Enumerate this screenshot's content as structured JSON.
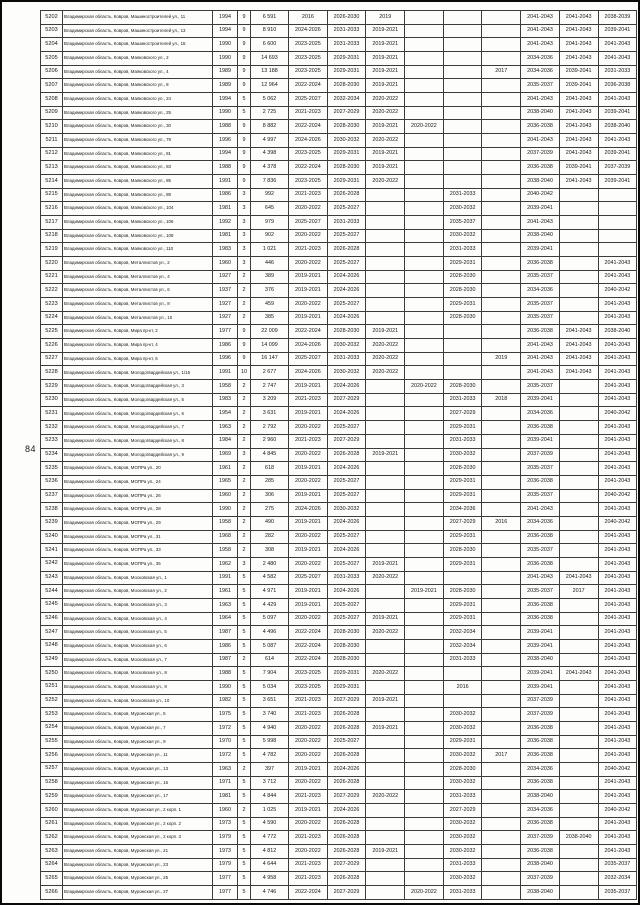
{
  "page": {
    "number": "84"
  },
  "table": {
    "columns": [
      "num",
      "address",
      "year",
      "floors",
      "area",
      "p1",
      "p2",
      "p3",
      "p4",
      "p5",
      "p6",
      "p7",
      "p8",
      "p9"
    ],
    "rows": [
      [
        "5202",
        "Владимирская область, Ковров, Машиностроителей ул., 11",
        "1994",
        "9",
        "6 591",
        "2016",
        "2026-2030",
        "2019",
        "",
        "",
        "",
        "2041-2043",
        "2041-2043",
        "2038-2039"
      ],
      [
        "5203",
        "Владимирская область, Ковров, Машиностроителей ул., 13",
        "1994",
        "9",
        "8 910",
        "2024-2026",
        "2031-2033",
        "2019-2021",
        "",
        "",
        "",
        "2041-2043",
        "2041-2043",
        "2039-2041"
      ],
      [
        "5204",
        "Владимирская область, Ковров, Машиностроителей ул., 15",
        "1990",
        "9",
        "6 600",
        "2023-2025",
        "2031-2033",
        "2019-2021",
        "",
        "",
        "",
        "2041-2043",
        "2041-2043",
        "2041-2043"
      ],
      [
        "5205",
        "Владимирская область, Ковров, Маяковского ул., 2",
        "1990",
        "9",
        "14 693",
        "2023-2025",
        "2029-2031",
        "2019-2021",
        "",
        "",
        "",
        "2034-2036",
        "2041-2043",
        "2041-2043"
      ],
      [
        "5206",
        "Владимирская область, Ковров, Маяковского ул., 4",
        "1989",
        "9",
        "13 188",
        "2023-2025",
        "2029-2031",
        "2019-2021",
        "",
        "",
        "2017",
        "2034-2036",
        "2039-2041",
        "2031-2033"
      ],
      [
        "5207",
        "Владимирская область, Ковров, Маяковского ул., 8",
        "1989",
        "9",
        "12 964",
        "2022-2024",
        "2028-2030",
        "2019-2021",
        "",
        "",
        "",
        "2035-2037",
        "2039-2041",
        "2036-2038"
      ],
      [
        "5208",
        "Владимирская область, Ковров, Маяковского ул., 24",
        "1994",
        "5",
        "5 062",
        "2025-2027",
        "2032-2034",
        "2020-2022",
        "",
        "",
        "",
        "2041-2043",
        "2041-2043",
        "2041-2043"
      ],
      [
        "5209",
        "Владимирская область, Ковров, Маяковского ул., 25",
        "1990",
        "5",
        "2 725",
        "2021-2023",
        "2027-2029",
        "2020-2022",
        "",
        "",
        "",
        "2038-2040",
        "2041-2043",
        "2039-2041"
      ],
      [
        "5210",
        "Владимирская область, Ковров, Маяковского ул., 30",
        "1988",
        "9",
        "8 882",
        "2022-2024",
        "2028-2030",
        "2019-2021",
        "2020-2022",
        "",
        "",
        "2036-2038",
        "2041-2043",
        "2038-2040"
      ],
      [
        "5211",
        "Владимирская область, Ковров, Маяковского ул., 79",
        "1996",
        "9",
        "4 997",
        "2024-2026",
        "2030-2032",
        "2020-2022",
        "",
        "",
        "",
        "2041-2043",
        "2041-2043",
        "2041-2043"
      ],
      [
        "5212",
        "Владимирская область, Ковров, Маяковского ул., 81",
        "1994",
        "9",
        "4 398",
        "2023-2025",
        "2029-2031",
        "2019-2021",
        "",
        "",
        "",
        "2037-2039",
        "2041-2043",
        "2039-2041"
      ],
      [
        "5213",
        "Владимирская область, Ковров, Маяковского ул., 83",
        "1988",
        "9",
        "4 378",
        "2022-2024",
        "2028-2030",
        "2019-2021",
        "",
        "",
        "",
        "2036-2038",
        "2039-2041",
        "2037-2039"
      ],
      [
        "5214",
        "Владимирская область, Ковров, Маяковского ул., 85",
        "1991",
        "9",
        "7 836",
        "2023-2025",
        "2029-2031",
        "2020-2022",
        "",
        "",
        "",
        "2038-2040",
        "2041-2043",
        "2039-2041"
      ],
      [
        "5215",
        "Владимирская область, Ковров, Маяковского ул., 89",
        "1986",
        "3",
        "992",
        "2021-2023",
        "2026-2028",
        "",
        "",
        "2031-2033",
        "",
        "2040-2042",
        "",
        ""
      ],
      [
        "5216",
        "Владимирская область, Ковров, Маяковского ул., 104",
        "1981",
        "3",
        "645",
        "2020-2022",
        "2025-2027",
        "",
        "",
        "2030-2032",
        "",
        "2039-2041",
        "",
        ""
      ],
      [
        "5217",
        "Владимирская область, Ковров, Маяковского ул., 106",
        "1992",
        "3",
        "979",
        "2025-2027",
        "2031-2033",
        "",
        "",
        "2035-2037",
        "",
        "2041-2043",
        "",
        ""
      ],
      [
        "5218",
        "Владимирская область, Ковров, Маяковского ул., 108",
        "1981",
        "3",
        "902",
        "2020-2022",
        "2025-2027",
        "",
        "",
        "2030-2032",
        "",
        "2038-2040",
        "",
        ""
      ],
      [
        "5219",
        "Владимирская область, Ковров, Маяковского ул., 110",
        "1983",
        "3",
        "1 021",
        "2021-2023",
        "2026-2028",
        "",
        "",
        "2031-2033",
        "",
        "2039-2041",
        "",
        ""
      ],
      [
        "5220",
        "Владимирская область, Ковров, Металлистов ул., 2",
        "1960",
        "3",
        "446",
        "2020-2022",
        "2025-2027",
        "",
        "",
        "2029-2031",
        "",
        "2036-2038",
        "",
        "2041-2043"
      ],
      [
        "5221",
        "Владимирская область, Ковров, Металлистов ул., 4",
        "1927",
        "2",
        "389",
        "2019-2021",
        "2024-2026",
        "",
        "",
        "2028-2030",
        "",
        "2035-2037",
        "",
        "2041-2043"
      ],
      [
        "5222",
        "Владимирская область, Ковров, Металлистов ул., 6",
        "1937",
        "2",
        "376",
        "2019-2021",
        "2024-2026",
        "",
        "",
        "2028-2030",
        "",
        "2034-2036",
        "",
        "2040-2042"
      ],
      [
        "5223",
        "Владимирская область, Ковров, Металлистов ул., 8",
        "1927",
        "2",
        "459",
        "2020-2022",
        "2025-2027",
        "",
        "",
        "2029-2031",
        "",
        "2035-2037",
        "",
        "2041-2043"
      ],
      [
        "5224",
        "Владимирская область, Ковров, Металлистов ул., 10",
        "1927",
        "2",
        "385",
        "2019-2021",
        "2024-2026",
        "",
        "",
        "2028-2030",
        "",
        "2035-2037",
        "",
        "2041-2043"
      ],
      [
        "5225",
        "Владимирская область, Ковров, Мира пр-кт, 2",
        "1977",
        "9",
        "22 009",
        "2022-2024",
        "2028-2030",
        "2019-2021",
        "",
        "",
        "",
        "2036-2038",
        "2041-2043",
        "2038-2040"
      ],
      [
        "5226",
        "Владимирская область, Ковров, Мира пр-кт, 4",
        "1986",
        "9",
        "14 099",
        "2024-2026",
        "2030-2032",
        "2020-2022",
        "",
        "",
        "",
        "2041-2043",
        "2041-2043",
        "2041-2043"
      ],
      [
        "5227",
        "Владимирская область, Ковров, Мира пр-кт, 6",
        "1996",
        "9",
        "16 147",
        "2025-2027",
        "2031-2033",
        "2020-2022",
        "",
        "",
        "2019",
        "2041-2043",
        "2041-2043",
        "2041-2043"
      ],
      [
        "5228",
        "Владимирская область, Ковров, Молодогвардейская ул., 1/16",
        "1991",
        "10",
        "2 677",
        "2024-2026",
        "2030-2032",
        "2020-2022",
        "",
        "",
        "",
        "2041-2043",
        "2041-2043",
        "2041-2043"
      ],
      [
        "5229",
        "Владимирская область, Ковров, Молодогвардейская ул., 3",
        "1958",
        "2",
        "2 747",
        "2019-2021",
        "2024-2026",
        "",
        "2020-2022",
        "2028-2030",
        "",
        "2035-2037",
        "",
        "2041-2043"
      ],
      [
        "5230",
        "Владимирская область, Ковров, Молодогвардейская ул., 5",
        "1983",
        "2",
        "3 209",
        "2021-2023",
        "2027-2029",
        "",
        "",
        "2031-2033",
        "2018",
        "2039-2041",
        "",
        "2041-2043"
      ],
      [
        "5231",
        "Владимирская область, Ковров, Молодогвардейская ул., 6",
        "1954",
        "2",
        "3 631",
        "2019-2021",
        "2024-2026",
        "",
        "",
        "2027-2029",
        "",
        "2034-2036",
        "",
        "2040-2042"
      ],
      [
        "5232",
        "Владимирская область, Ковров, Молодогвардейская ул., 7",
        "1963",
        "2",
        "2 792",
        "2020-2022",
        "2025-2027",
        "",
        "",
        "2029-2031",
        "",
        "2036-2038",
        "",
        "2041-2043"
      ],
      [
        "5233",
        "Владимирская область, Ковров, Молодогвардейская ул., 8",
        "1984",
        "2",
        "2 960",
        "2021-2023",
        "2027-2029",
        "",
        "",
        "2031-2033",
        "",
        "2039-2041",
        "",
        "2041-2043"
      ],
      [
        "5234",
        "Владимирская область, Ковров, Молодогвардейская ул., 9",
        "1969",
        "3",
        "4 845",
        "2020-2022",
        "2026-2028",
        "2019-2021",
        "",
        "2030-2032",
        "",
        "2037-2039",
        "",
        "2041-2043"
      ],
      [
        "5235",
        "Владимирская область, Ковров, МОПРа ул., 20",
        "1961",
        "2",
        "618",
        "2019-2021",
        "2024-2026",
        "",
        "",
        "2028-2030",
        "",
        "2035-2037",
        "",
        "2041-2043"
      ],
      [
        "5236",
        "Владимирская область, Ковров, МОПРа ул., 24",
        "1965",
        "2",
        "285",
        "2020-2022",
        "2025-2027",
        "",
        "",
        "2029-2031",
        "",
        "2036-2038",
        "",
        "2041-2043"
      ],
      [
        "5237",
        "Владимирская область, Ковров, МОПРа ул., 26",
        "1960",
        "2",
        "306",
        "2019-2021",
        "2025-2027",
        "",
        "",
        "2029-2031",
        "",
        "2035-2037",
        "",
        "2040-2042"
      ],
      [
        "5238",
        "Владимирская область, Ковров, МОПРа ул., 28",
        "1990",
        "2",
        "275",
        "2024-2026",
        "2030-2032",
        "",
        "",
        "2034-2036",
        "",
        "2041-2043",
        "",
        "2041-2043"
      ],
      [
        "5239",
        "Владимирская область, Ковров, МОПРа ул., 29",
        "1958",
        "2",
        "490",
        "2019-2021",
        "2024-2026",
        "",
        "",
        "2027-2029",
        "2016",
        "2034-2036",
        "",
        "2040-2042"
      ],
      [
        "5240",
        "Владимирская область, Ковров, МОПРа ул., 31",
        "1968",
        "2",
        "282",
        "2020-2022",
        "2025-2027",
        "",
        "",
        "2029-2031",
        "",
        "2036-2038",
        "",
        "2041-2043"
      ],
      [
        "5241",
        "Владимирская область, Ковров, МОПРа ул., 33",
        "1958",
        "2",
        "308",
        "2019-2021",
        "2024-2026",
        "",
        "",
        "2028-2030",
        "",
        "2035-2037",
        "",
        "2041-2043"
      ],
      [
        "5242",
        "Владимирская область, Ковров, МОПРа ул., 35",
        "1962",
        "3",
        "2 480",
        "2020-2022",
        "2025-2027",
        "2019-2021",
        "",
        "2029-2031",
        "",
        "2036-2038",
        "",
        "2041-2043"
      ],
      [
        "5243",
        "Владимирская область, Ковров, Московская ул., 1",
        "1991",
        "5",
        "4 582",
        "2025-2027",
        "2031-2033",
        "2020-2022",
        "",
        "",
        "",
        "2041-2043",
        "2041-2043",
        "2041-2043"
      ],
      [
        "5244",
        "Владимирская область, Ковров, Московская ул., 2",
        "1961",
        "5",
        "4 971",
        "2019-2021",
        "2024-2026",
        "",
        "2019-2021",
        "2028-2030",
        "",
        "2035-2037",
        "2017",
        "2041-2043"
      ],
      [
        "5245",
        "Владимирская область, Ковров, Московская ул., 3",
        "1963",
        "5",
        "4 429",
        "2019-2021",
        "2025-2027",
        "",
        "",
        "2029-2031",
        "",
        "2036-2038",
        "",
        "2041-2043"
      ],
      [
        "5246",
        "Владимирская область, Ковров, Московская ул., 4",
        "1964",
        "5",
        "5 097",
        "2020-2022",
        "2025-2027",
        "2019-2021",
        "",
        "2029-2031",
        "",
        "2036-2038",
        "",
        "2041-2043"
      ],
      [
        "5247",
        "Владимирская область, Ковров, Московская ул., 5",
        "1987",
        "5",
        "4 496",
        "2022-2024",
        "2028-2030",
        "2020-2022",
        "",
        "2032-2034",
        "",
        "2039-2041",
        "",
        "2041-2043"
      ],
      [
        "5248",
        "Владимирская область, Ковров, Московская ул., 6",
        "1986",
        "5",
        "5 087",
        "2022-2024",
        "2028-2030",
        "",
        "",
        "2032-2034",
        "",
        "2039-2041",
        "",
        "2041-2043"
      ],
      [
        "5249",
        "Владимирская область, Ковров, Московская ул., 7",
        "1987",
        "2",
        "614",
        "2022-2024",
        "2028-2030",
        "",
        "",
        "2031-2033",
        "",
        "2038-2040",
        "",
        "2041-2043"
      ],
      [
        "5250",
        "Владимирская область, Ковров, Московская ул., 8",
        "1988",
        "5",
        "7 904",
        "2023-2025",
        "2029-2031",
        "2020-2022",
        "",
        "",
        "",
        "2039-2041",
        "2041-2043",
        "2041-2043"
      ],
      [
        "5251",
        "Владимирская область, Ковров, Московская ул., 9",
        "1990",
        "5",
        "5 034",
        "2023-2025",
        "2029-2031",
        "",
        "",
        "2016",
        "",
        "2039-2041",
        "",
        "2041-2043"
      ],
      [
        "5252",
        "Владимирская область, Ковров, Московская ул., 10",
        "1982",
        "5",
        "3 651",
        "2021-2023",
        "2027-2029",
        "2019-2021",
        "",
        "",
        "",
        "2037-2039",
        "",
        "2041-2043"
      ],
      [
        "5253",
        "Владимирская область, Ковров, Муромская ул., 5",
        "1975",
        "5",
        "3 740",
        "2021-2023",
        "2026-2028",
        "",
        "",
        "2030-2032",
        "",
        "2037-2039",
        "",
        "2041-2043"
      ],
      [
        "5254",
        "Владимирская область, Ковров, Муромская ул., 7",
        "1972",
        "5",
        "4 940",
        "2020-2022",
        "2026-2028",
        "2019-2021",
        "",
        "2030-2032",
        "",
        "2036-2038",
        "",
        "2041-2043"
      ],
      [
        "5255",
        "Владимирская область, Ковров, Муромская ул., 9",
        "1970",
        "5",
        "5 998",
        "2020-2022",
        "2025-2027",
        "",
        "",
        "2029-2031",
        "",
        "2036-2038",
        "",
        "2041-2043"
      ],
      [
        "5256",
        "Владимирская область, Ковров, Муромская ул., 11",
        "1972",
        "5",
        "4 782",
        "2020-2022",
        "2026-2028",
        "",
        "",
        "2030-2032",
        "2017",
        "2036-2038",
        "",
        "2041-2043"
      ],
      [
        "5257",
        "Владимирская область, Ковров, Муромская ул., 13",
        "1963",
        "2",
        "397",
        "2019-2021",
        "2024-2026",
        "",
        "",
        "2028-2030",
        "",
        "2034-2036",
        "",
        "2040-2042"
      ],
      [
        "5258",
        "Владимирская область, Ковров, Муромская ул., 15",
        "1971",
        "5",
        "3 712",
        "2020-2022",
        "2026-2028",
        "",
        "",
        "2030-2032",
        "",
        "2036-2038",
        "",
        "2041-2043"
      ],
      [
        "5259",
        "Владимирская область, Ковров, Муромская ул., 17",
        "1981",
        "5",
        "4 844",
        "2021-2023",
        "2027-2029",
        "2020-2022",
        "",
        "2031-2033",
        "",
        "2038-2040",
        "",
        "2041-2043"
      ],
      [
        "5260",
        "Владимирская область, Ковров, Муромская ул., 2 корп. 1",
        "1960",
        "2",
        "1 025",
        "2019-2021",
        "2024-2026",
        "",
        "",
        "2027-2029",
        "",
        "2034-2036",
        "",
        "2040-2042"
      ],
      [
        "5261",
        "Владимирская область, Ковров, Муромская ул., 2 корп. 2",
        "1973",
        "5",
        "4 590",
        "2020-2022",
        "2026-2028",
        "",
        "",
        "2030-2032",
        "",
        "2036-2038",
        "",
        "2041-2043"
      ],
      [
        "5262",
        "Владимирская область, Ковров, Муромская ул., 2 корп. 3",
        "1979",
        "5",
        "4 772",
        "2021-2023",
        "2026-2028",
        "",
        "",
        "2030-2032",
        "",
        "2037-2039",
        "2038-2040",
        "2041-2043"
      ],
      [
        "5263",
        "Владимирская область, Ковров, Муромская ул., 21",
        "1973",
        "5",
        "4 812",
        "2020-2022",
        "2026-2028",
        "2019-2021",
        "",
        "2030-2032",
        "",
        "2036-2038",
        "",
        "2041-2043"
      ],
      [
        "5264",
        "Владимирская область, Ковров, Муромская ул., 23",
        "1979",
        "5",
        "4 644",
        "2021-2023",
        "2027-2029",
        "",
        "",
        "2031-2033",
        "",
        "2038-2040",
        "",
        "2035-2037"
      ],
      [
        "5265",
        "Владимирская область, Ковров, Муромская ул., 25",
        "1977",
        "5",
        "4 958",
        "2021-2023",
        "2026-2028",
        "",
        "",
        "2030-2032",
        "",
        "2037-2039",
        "",
        "2032-2034"
      ],
      [
        "5266",
        "Владимирская область, Ковров, Муромская ул., 27",
        "1977",
        "5",
        "4 746",
        "2022-2024",
        "2027-2029",
        "",
        "2020-2022",
        "2031-2033",
        "",
        "2038-2040",
        "",
        "2035-2037"
      ]
    ]
  }
}
